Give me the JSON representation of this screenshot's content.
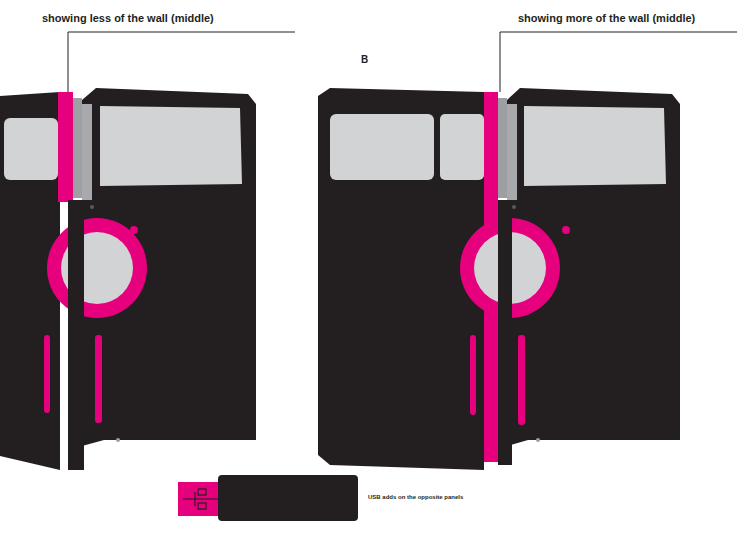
{
  "diagram": {
    "labels": [
      "showing less of the wall (middle)",
      "B",
      "showing more of the wall (middle)",
      "USB adds on the opposite panels"
    ]
  }
}
